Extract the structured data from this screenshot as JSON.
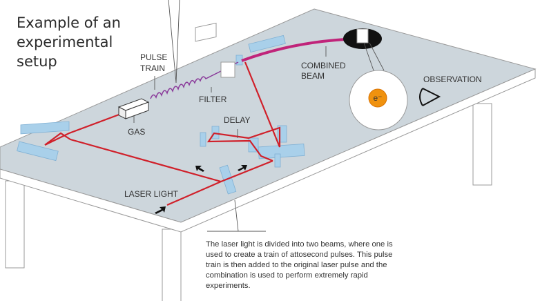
{
  "title": [
    "Example of an",
    "experimental",
    "setup"
  ],
  "labels": {
    "pulse_train": [
      "PULSE",
      "TRAIN"
    ],
    "filter": "FILTER",
    "gas": "GAS",
    "combined_beam": [
      "COMBINED",
      "BEAM"
    ],
    "observation": "OBSERVATION",
    "delay": "DELAY",
    "laser_light": "LASER LIGHT",
    "electron": "e⁻"
  },
  "caption": [
    "The laser light is divided into two beams, where one is",
    "used to create a train of attosecond pulses. This pulse",
    "train is then added to the original laser pulse and the",
    "combination is used to perform extremely rapid",
    "experiments."
  ],
  "colors": {
    "beam": "#d0202a",
    "pulse": "#8a3a9a",
    "table": "#cdd6dc",
    "mirror": "#a9d0ea",
    "electron": "#f0920f"
  }
}
